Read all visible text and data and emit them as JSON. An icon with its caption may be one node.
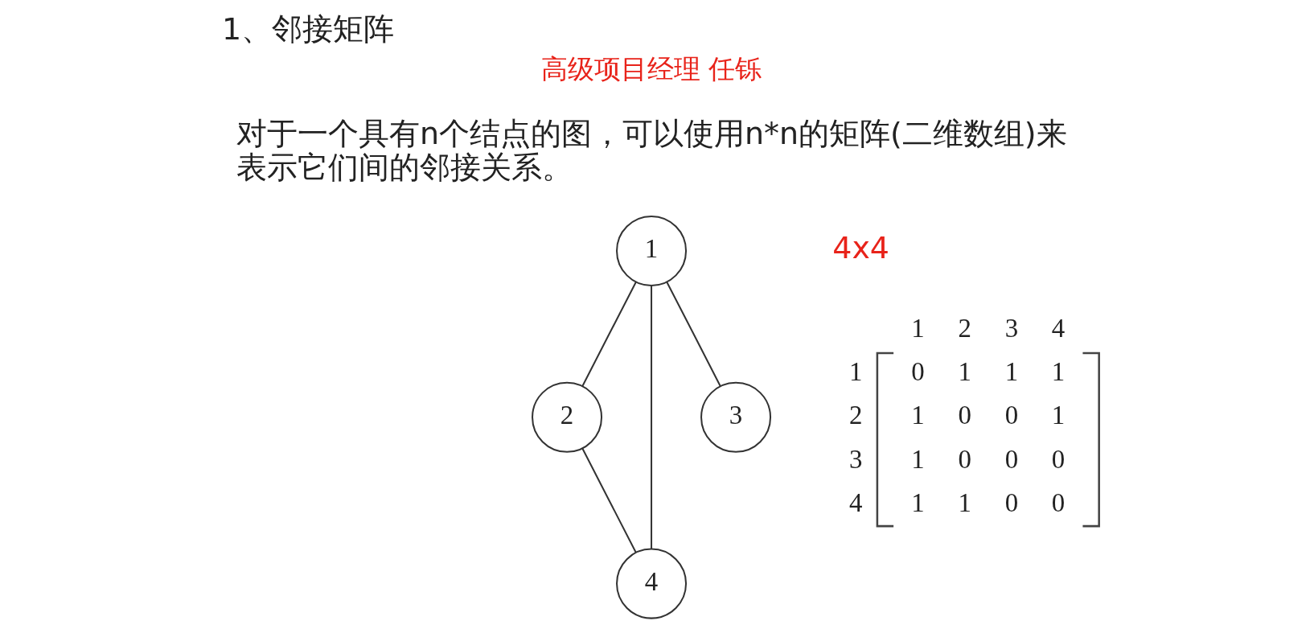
{
  "diagram": {
    "title": "1、邻接矩阵",
    "nodes": [
      {
        "text": [
          "1"
        ]
      },
      {
        "text": [
          "2"
        ]
      },
      {
        "text": [
          "3"
        ]
      },
      {
        "text": [
          "4"
        ]
      }
    ],
    "edges": [
      {
        "from": 0,
        "to": 1,
        "arrow": "none"
      },
      {
        "from": 0,
        "to": 3,
        "arrow": "none"
      },
      {
        "from": 0,
        "to": 2,
        "arrow": "none"
      },
      {
        "from": 1,
        "to": 3,
        "arrow": "none"
      }
    ],
    "labels": [
      "高级项目经理 任铄",
      "对于一个具有n个结点的图，可以使用n*n的矩阵(二维数组)来表示它们间的邻接关系。",
      "4x4",
      "1",
      "2",
      "3",
      "4",
      "1",
      "0",
      "1",
      "1",
      "1",
      "2",
      "1",
      "0",
      "0",
      "1",
      "3",
      "1",
      "0",
      "0",
      "0",
      "4",
      "1",
      "1",
      "0",
      "0"
    ]
  }
}
